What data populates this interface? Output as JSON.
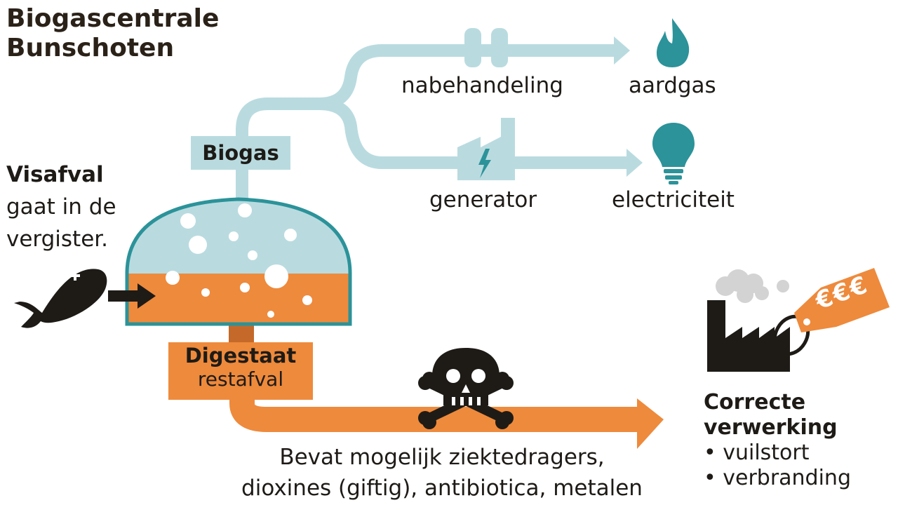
{
  "title": {
    "line1": "Biogascentrale",
    "line2": "Bunschoten"
  },
  "fish": {
    "bold": "Visafval",
    "line2": "gaat in de",
    "line3": "vergister."
  },
  "labels": {
    "biogas": "Biogas",
    "nabehandeling": "nabehandeling",
    "aardgas": "aardgas",
    "generator": "generator",
    "electriciteit": "electriciteit",
    "digestaat": "Digestaat",
    "restafval": "restafval",
    "price": "€€€"
  },
  "bottom_note": {
    "line1": "Bevat mogelijk ziektedragers,",
    "line2": "dioxines (giftig), antibiotica, metalen"
  },
  "correct": {
    "heading1": "Correcte",
    "heading2": "verwerking",
    "items": [
      "• vuilstort",
      "• verbranding"
    ]
  },
  "colors": {
    "pipe": "#b9dbe0",
    "tank_outline": "#2b9399",
    "liquid": "#ee8a3c",
    "gas": "#b9dbe0",
    "icon_teal": "#2b9399",
    "dark": "#1e1b17"
  },
  "icons": [
    "fish-icon",
    "flame-icon",
    "bulb-icon",
    "generator-icon",
    "tank-icon",
    "skull-icon",
    "factory-icon",
    "price-tag-icon"
  ]
}
